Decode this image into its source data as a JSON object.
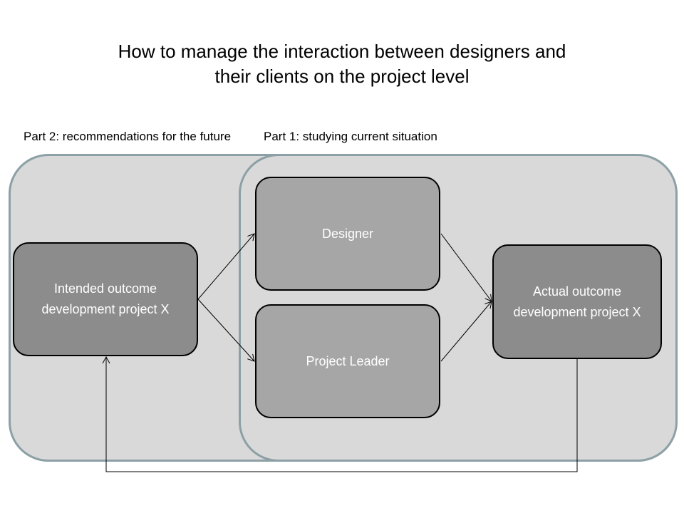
{
  "title_lines": [
    "How to manage the interaction between designers and",
    "their clients on the project level"
  ],
  "parts": {
    "part2_label": "Part 2: recommendations for the future",
    "part1_label": "Part 1: studying current situation"
  },
  "nodes": {
    "intended_outcome": "Intended outcome development project X",
    "designer": "Designer",
    "project_leader": "Project Leader",
    "actual_outcome": "Actual outcome development project X"
  },
  "colors": {
    "region_fill": "#d9d9d9",
    "region_border": "#8ca0a6",
    "node_fill": "#a6a6a6",
    "node_fill_dark": "#8c8c8c",
    "node_text": "#ffffff"
  }
}
